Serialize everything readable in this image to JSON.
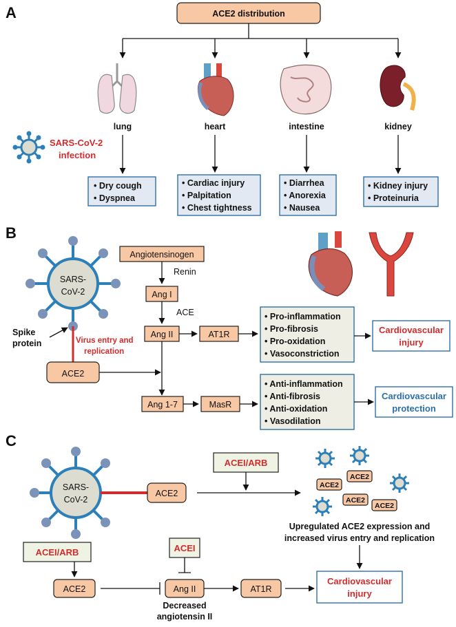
{
  "panel_a": {
    "letter": "A",
    "title": "ACE2 distribution",
    "organs": [
      "lung",
      "heart",
      "intestine",
      "kidney"
    ],
    "infection": [
      "SARS-CoV-2",
      "infection"
    ],
    "lung_symptoms": [
      "• Dry cough",
      "• Dyspnea"
    ],
    "heart_symptoms": [
      "• Cardiac injury",
      "• Palpitation",
      "• Chest tightness"
    ],
    "intestine_symptoms": [
      "• Diarrhea",
      "• Anorexia",
      "• Nausea"
    ],
    "kidney_symptoms": [
      "• Kidney injury",
      "• Proteinuria"
    ]
  },
  "panel_b": {
    "letter": "B",
    "virus": [
      "SARS-",
      "CoV-2"
    ],
    "spike": [
      "Spike",
      "protein"
    ],
    "entry": [
      "Virus entry and",
      "replication"
    ],
    "ace2": "ACE2",
    "angiotensinogen": "Angiotensinogen",
    "renin": "Renin",
    "ang1": "Ang I",
    "ace": "ACE",
    "ang2": "Ang II",
    "at1r": "AT1R",
    "ang17": "Ang 1-7",
    "masr": "MasR",
    "pro_effects": [
      "• Pro-inflammation",
      "• Pro-fibrosis",
      "• Pro-oxidation",
      "• Vasoconstriction"
    ],
    "anti_effects": [
      "• Anti-inflammation",
      "• Anti-fibrosis",
      "• Anti-oxidation",
      "• Vasodilation"
    ],
    "injury": [
      "Cardiovascular",
      "injury"
    ],
    "protection": [
      "Cardiovascular",
      "protection"
    ]
  },
  "panel_c": {
    "letter": "C",
    "virus": [
      "SARS-",
      "CoV-2"
    ],
    "ace2": "ACE2",
    "acei_arb": "ACEI/ARB",
    "acei": "ACEI",
    "ang2": "Ang II",
    "at1r": "AT1R",
    "upregulated": [
      "Upregulated ACE2 expression and",
      "increased virus entry and replication"
    ],
    "decreased": [
      "Decreased",
      "angiotensin II"
    ],
    "injury": [
      "Cardiovascular",
      "injury"
    ],
    "cluster_labels": [
      "ACE2",
      "ACE2",
      "ACE2",
      "ACE2"
    ]
  },
  "colors": {
    "orange_box": "#f8c8a4",
    "blue_border": "#2e6fa8",
    "red_text": "#d22b2b",
    "blue_text": "#2a70a8",
    "virus_fill": "#dcdcd0",
    "virus_stroke": "#2d7fb8"
  }
}
